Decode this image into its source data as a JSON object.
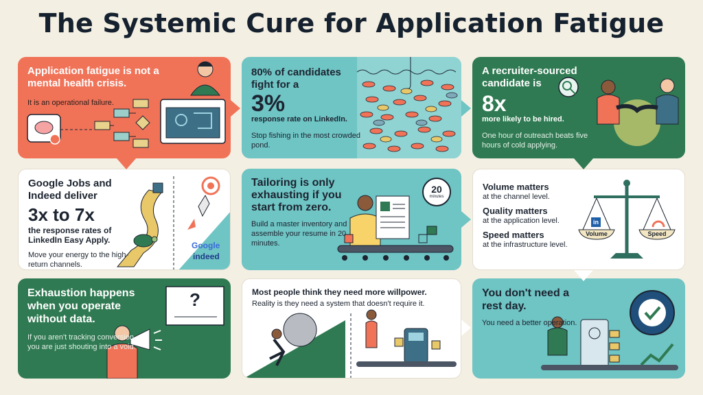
{
  "title": "The Systemic Cure for Application Fatigue",
  "colors": {
    "red": "#f07358",
    "teal": "#6fc4c4",
    "green": "#2f7a52",
    "white": "#ffffff",
    "bg": "#f4efe3"
  },
  "cards": {
    "c1": {
      "heading": "Application fatigue is not a mental health crisis.",
      "body": "It is an operational failure."
    },
    "c2": {
      "heading": "80% of candidates fight for a",
      "big": "3%",
      "sub": "response rate on LinkedIn.",
      "body": "Stop fishing in the most crowded pond."
    },
    "c3": {
      "heading": "A recruiter-sourced candidate is",
      "big": "8x",
      "sub": "more likely to be hired.",
      "body": "One hour of outreach beats five hours of cold applying."
    },
    "c4": {
      "heading": "Google Jobs and Indeed deliver",
      "big": "3x to 7x",
      "sub": "the response rates of LinkedIn Easy Apply.",
      "body": "Move your energy to the high-return channels.",
      "logo_google": "Google",
      "logo_indeed": "indeed",
      "logo_in": "in"
    },
    "c5": {
      "heading": "Tailoring is only exhausting if you start from zero.",
      "body": "Build a master inventory and assemble your resume in 20 minutes.",
      "timer_num": "20",
      "timer_unit": "minutes"
    },
    "c6": {
      "items": [
        {
          "h": "Volume matters",
          "p": "at the channel level."
        },
        {
          "h": "Quality matters",
          "p": "at the application level."
        },
        {
          "h": "Speed matters",
          "p": "at the infrastructure level."
        }
      ],
      "pan_left": "Volume",
      "pan_right": "Speed",
      "logo_in": "in"
    },
    "c7": {
      "heading": "Exhaustion happens when you operate without data.",
      "body": "If you aren't tracking conversion, you are just shouting into a void.",
      "q": "?"
    },
    "c8": {
      "heading": "Most people think they need more willpower.",
      "body": "Reality is they need a system that doesn't require it."
    },
    "c9": {
      "heading": "You don't need a rest day.",
      "body": "You need a better operation."
    }
  }
}
